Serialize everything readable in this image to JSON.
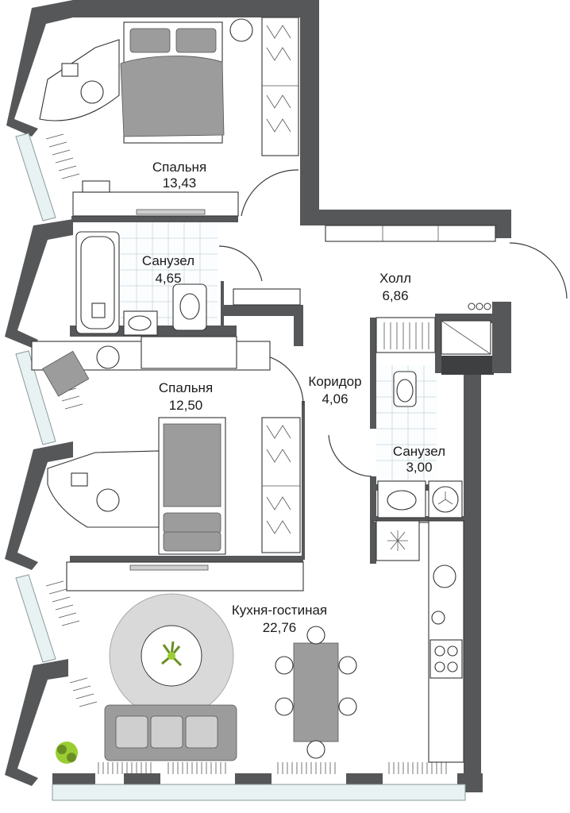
{
  "rooms": {
    "bedroom1": {
      "name": "Спальня",
      "area": "13,43"
    },
    "bathroom1": {
      "name": "Санузел",
      "area": "4,65"
    },
    "hall": {
      "name": "Холл",
      "area": "6,86"
    },
    "corridor": {
      "name": "Коридор",
      "area": "4,06"
    },
    "bedroom2": {
      "name": "Спальня",
      "area": "12,50"
    },
    "bathroom2": {
      "name": "Санузел",
      "area": "3,00"
    },
    "kitchen_living": {
      "name": "Кухня-гостиная",
      "area": "22,76"
    }
  },
  "colors": {
    "wall": "#555759",
    "furniture_grey": "#9c9c9c",
    "tile_lines": "#c9d6dc",
    "plant": "#9acd32"
  }
}
